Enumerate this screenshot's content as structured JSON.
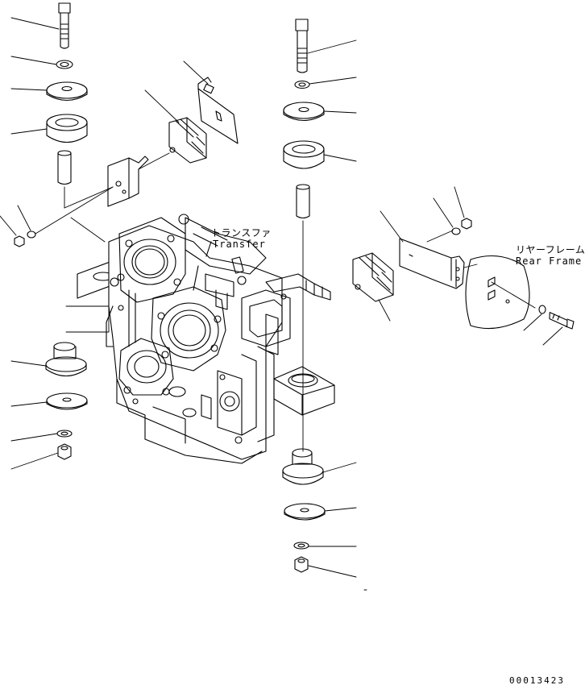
{
  "labels": {
    "transfer_jp": "トランスファ",
    "transfer_en": "Transfer",
    "rear_frame_jp": "リヤーフレーム",
    "rear_frame_en": "Rear Frame"
  },
  "drawing_code": "00013423",
  "colors": {
    "stroke": "#000000",
    "background": "#ffffff"
  }
}
